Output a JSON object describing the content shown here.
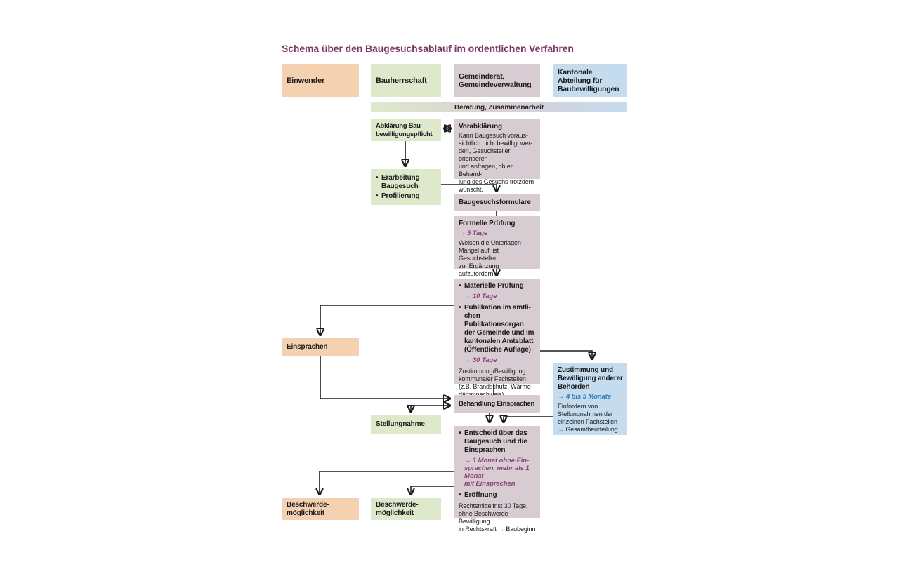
{
  "title": "Schema über den Baugesuchsablauf im ordentlichen Verfahren",
  "palette": {
    "einwender_orange": "#f4d1b1",
    "bauherrschaft_green": "#dee9cc",
    "gemeinde_mauve": "#d8ccd3",
    "kantonal_blue": "#c5dcee",
    "title_plum": "#7e3765",
    "duration_purple": "#8a4478",
    "duration_blue": "#2e7cb8",
    "line_black": "#1a1a1a"
  },
  "header": {
    "einwender": "Einwender",
    "bauherrschaft": "Bauherrschaft",
    "gemeinderat": "Gemeinderat,\nGemeindeverwaltung",
    "kantonale": "Kantonale\nAbteilung für\nBaubewilligungen"
  },
  "bar": {
    "label": "Beratung, Zusammenarbeit"
  },
  "flow": {
    "abklaerung": {
      "label": "Abklärung Bau-\nbewilligungspflicht"
    },
    "vorabklaerung": {
      "title": "Vorabklärung",
      "body": "Kann Baugesuch voraus-\nsichtlich nicht bewilligt wer-\nden, Gesuchsteller orientieren\nund anfragen, ob er Behand-\nlung des Gesuchs trotzdem\nwünscht."
    },
    "erarbeitung": {
      "bullet1": "Erarbeitung\nBaugesuch",
      "bullet2": "Profilierung"
    },
    "baugesuchsformulare": {
      "label": "Baugesuchsformulare"
    },
    "formelle": {
      "title": "Formelle Prüfung",
      "duration": "→ 5 Tage",
      "body": "Weisen die Unterlagen\nMängel auf, ist Gesuchsteller\nzur Ergänzung aufzufordern,\nev. Besprechung."
    },
    "materielle": {
      "bullet1": "Materielle Prüfung",
      "duration1": "→ 10 Tage",
      "bullet2": "Publikation im amtli-\nchen Publikationsorgan\nder Gemeinde und im\nkantonalen Amtsblatt\n(Öffentliche Auflage)",
      "duration2": "→ 30 Tage",
      "body": "Zustimmung/Bewilligung\nkommunaler Fachstellen\n(z.B. Brandschutz, Wärme-\ndämmnachweis)"
    },
    "einsprachen": {
      "label": "Einsprachen"
    },
    "zustimmung": {
      "title": "Zustimmung und\nBewilligung anderer\nBehörden",
      "duration": "→ 4 bis 5 Monate",
      "body": "Einfordern von\nStellungnahmen der\neinzelnen Fachstellen",
      "gesamt_arrow": "→",
      "gesamt_label": "Gesamtbeurteilung"
    },
    "behandlung": {
      "label": "Behandlung Einsprachen"
    },
    "stellungnahme": {
      "label": "Stellungnahme"
    },
    "entscheid": {
      "bullet1": "Entscheid über das\nBaugesuch und die\nEinsprachen",
      "duration": "→ 1 Monat ohne Ein-\nsprachen, mehr als 1 Monat\nmit Einsprachen",
      "bullet2": "Eröffnung",
      "body": "Rechtsmittelfrist 30 Tage,\nohne Beschwerde Bewilligung\nin Rechtskraft → Baubeginn"
    },
    "beschwerde_einwender": {
      "label": "Beschwerde-\nmöglichkeit"
    },
    "beschwerde_bauherr": {
      "label": "Beschwerde-\nmöglichkeit"
    }
  }
}
